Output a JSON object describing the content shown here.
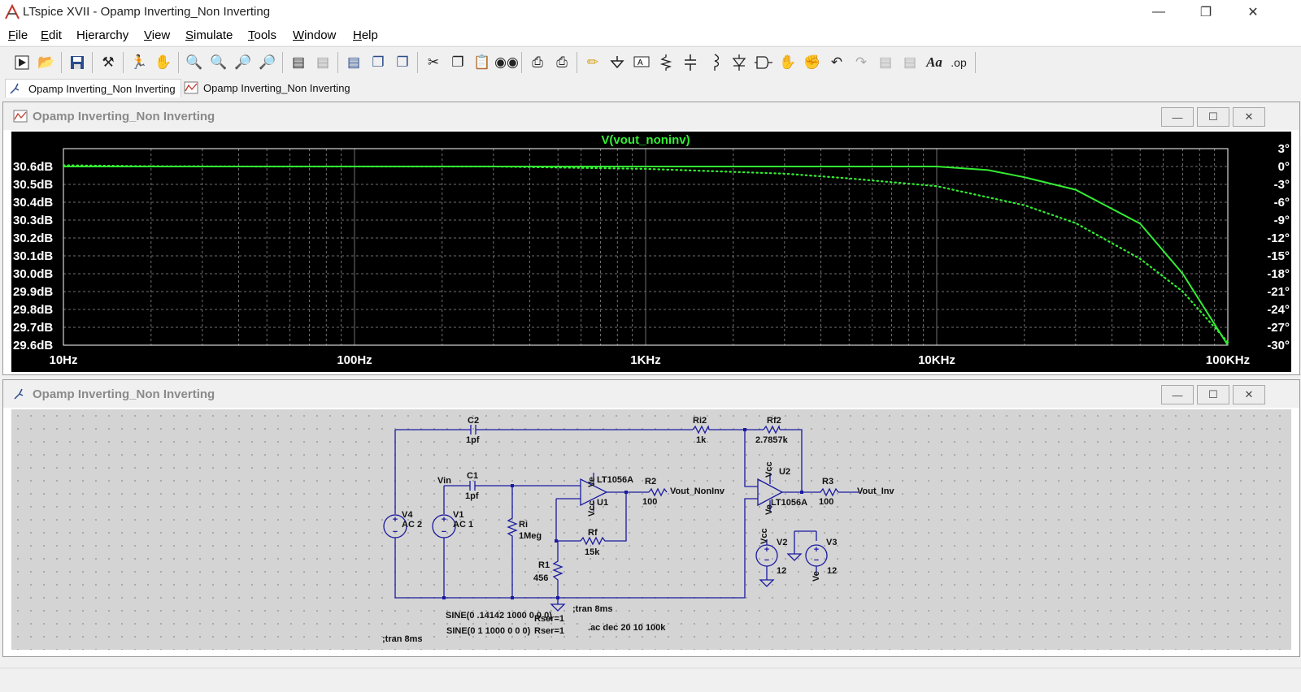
{
  "window": {
    "title": "LTspice XVII - Opamp Inverting_Non Inverting"
  },
  "menu": [
    {
      "label": "File",
      "key": "F"
    },
    {
      "label": "Edit",
      "key": "E"
    },
    {
      "label": "Hierarchy",
      "key": "i"
    },
    {
      "label": "View",
      "key": "V"
    },
    {
      "label": "Simulate",
      "key": "S"
    },
    {
      "label": "Tools",
      "key": "T"
    },
    {
      "label": "Window",
      "key": "W"
    },
    {
      "label": "Help",
      "key": "H"
    }
  ],
  "tabs": [
    {
      "label": "Opamp Inverting_Non Inverting",
      "kind": "schematic",
      "active": true
    },
    {
      "label": "Opamp Inverting_Non Inverting",
      "kind": "waveform",
      "active": false
    }
  ],
  "waveform_window": {
    "title": "Opamp Inverting_Non Inverting"
  },
  "schematic_window": {
    "title": "Opamp Inverting_Non Inverting"
  },
  "chart_data": {
    "type": "line",
    "title": "V(vout_noninv)",
    "x_scale": "log",
    "xlim": [
      10,
      100000
    ],
    "x_ticks": [
      "10Hz",
      "100Hz",
      "1KHz",
      "10KHz",
      "100KHz"
    ],
    "y_ticks_left": [
      "30.6dB",
      "30.5dB",
      "30.4dB",
      "30.3dB",
      "30.2dB",
      "30.1dB",
      "30.0dB",
      "29.9dB",
      "29.8dB",
      "29.7dB",
      "29.6dB"
    ],
    "ylim_left": [
      29.6,
      30.7
    ],
    "y_ticks_right": [
      "3°",
      "0°",
      "-3°",
      "-6°",
      "-9°",
      "-12°",
      "-15°",
      "-18°",
      "-21°",
      "-24°",
      "-27°",
      "-30°"
    ],
    "ylim_right": [
      -30,
      3
    ],
    "grid": true,
    "colors": {
      "background": "#000000",
      "trace": "#33ee33",
      "grid": "#707070",
      "axis_text": "#ffffff",
      "title": "#33ee33"
    },
    "series": [
      {
        "name": "V(vout_noninv)",
        "style": "solid",
        "axis": "left",
        "x": [
          10,
          100,
          1000,
          3000,
          10000,
          15000,
          20000,
          30000,
          50000,
          70000,
          100000
        ],
        "y": [
          30.6,
          30.6,
          30.6,
          30.6,
          30.6,
          30.58,
          30.54,
          30.47,
          30.28,
          30.0,
          29.6
        ]
      },
      {
        "name": "",
        "style": "dotted",
        "axis": "right",
        "x": [
          10,
          20,
          50,
          100,
          300,
          1000,
          3000,
          5000,
          10000,
          20000,
          30000,
          50000,
          70000,
          100000
        ],
        "y": [
          0.2,
          0.05,
          0,
          0,
          0,
          -0.4,
          -1.2,
          -2.0,
          -3.3,
          -6.5,
          -9.5,
          -15.5,
          -21,
          -29.5
        ]
      }
    ]
  },
  "schematic": {
    "labels": {
      "C2": "C2",
      "C2v": "1pf",
      "C1": "C1",
      "C1v": "1pf",
      "Ri2": "Ri2",
      "Ri2v": "1k",
      "Rf2": "Rf2",
      "Rf2v": "2.7857k",
      "Vin": "Vin",
      "V4": "V4",
      "V4v": "AC 2",
      "V1": "V1",
      "V1v": "AC 1",
      "Ri": "Ri",
      "Riv": "1Meg",
      "U1part": "LT1056A",
      "U1": "U1",
      "R2": "R2",
      "R2v": "100",
      "Vout_NonInv": "Vout_NonInv",
      "Rf": "Rf",
      "Rfv": "15k",
      "R1": "R1",
      "R1v": "456",
      "U2": "U2",
      "U2part": "LT1056A",
      "R3": "R3",
      "R3v": "100",
      "Vout_Inv": "Vout_Inv",
      "V2": "V2",
      "V2v": "12",
      "V3": "V3",
      "V3v": "12",
      "Vcc": "Vcc",
      "Ve": "Ve",
      "sine1": "SINE(0 .14142 1000 0 0 0)",
      "rser1": "Rser=1",
      "sine2": "SINE(0 1 1000 0 0 0)",
      "rser2": "Rser=1",
      "tran_a": ";tran 8ms",
      "tran_b": ";tran 8ms",
      "ac": ".ac dec 20 10 100k"
    }
  }
}
